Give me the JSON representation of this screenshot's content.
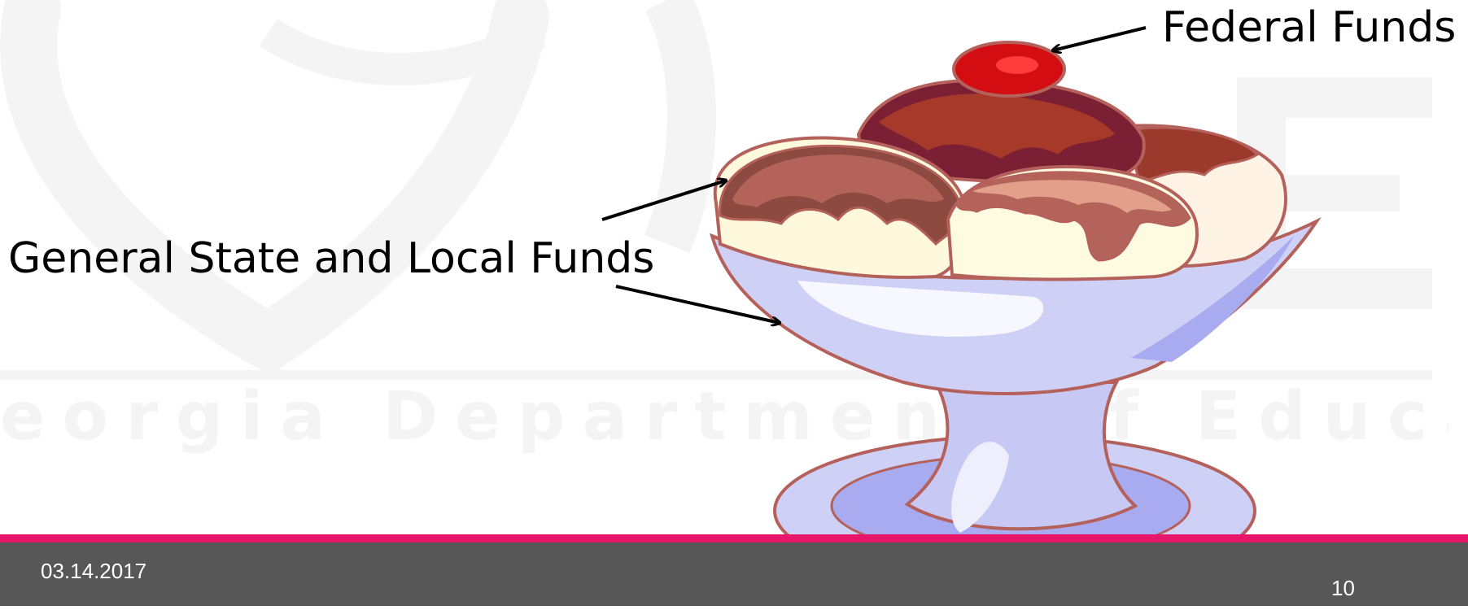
{
  "slide": {
    "watermark_text": "eorgia Department of Education",
    "labels": {
      "general": "General State and Local Funds",
      "federal": "Federal Funds"
    },
    "footer": {
      "date": "03.14.2017",
      "page_number": "10"
    },
    "illustration": "ice-cream-sundae-icon",
    "colors": {
      "accent_line": "#e8166a",
      "footer_bar": "#575757",
      "bowl": "#cfd0f5",
      "outline": "#b5615b",
      "cherry": "#d40d12"
    }
  }
}
